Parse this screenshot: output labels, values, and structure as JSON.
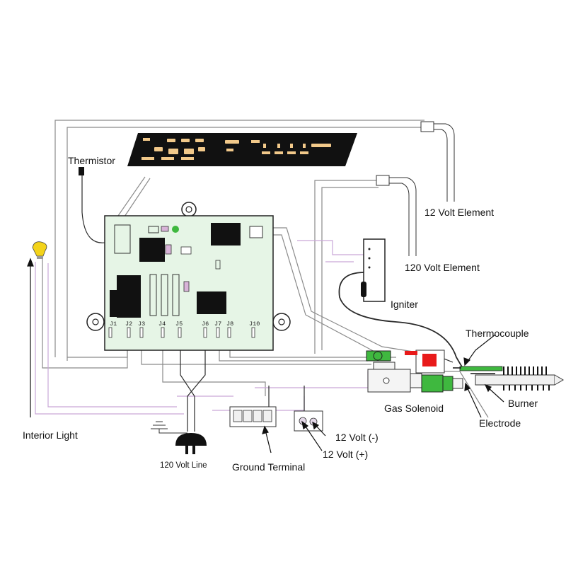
{
  "labels": {
    "thermistor": "Thermistor",
    "twelve_volt_element": "12 Volt Element",
    "one_twenty_volt_element": "120 Volt Element",
    "igniter": "Igniter",
    "thermocouple": "Thermocouple",
    "gas_solenoid": "Gas Solenoid",
    "burner": "Burner",
    "electrode": "Electrode",
    "interior_light": "Interior Light",
    "twelve_volt_neg": "12 Volt (-)",
    "twelve_volt_pos": "12 Volt (+)",
    "ground_terminal": "Ground Terminal",
    "line_120": "120 Volt Line"
  },
  "connectors": [
    "J1",
    "J2",
    "J3",
    "J4",
    "J5",
    "J6",
    "J7",
    "J8",
    "J10"
  ],
  "colors": {
    "board_fill": "#e6f5e6",
    "panel_fill": "#111111",
    "panel_key": "#f2c98a",
    "solenoid_red": "#e81a1a",
    "valve_green": "#3fb83f",
    "light_yellow": "#f3d31a",
    "wire_gray": "#8a8a8a",
    "wire_purple": "#c9a8d8",
    "wire_dark": "#2a2a2a"
  },
  "icons": {
    "interior_light": "light-bulb-icon",
    "line_plug": "plug-icon",
    "ground": "ground-symbol-icon"
  }
}
